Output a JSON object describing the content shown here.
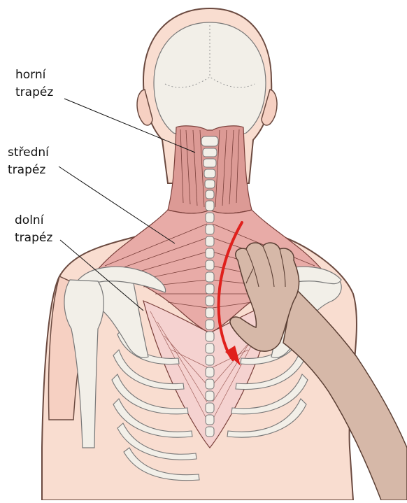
{
  "labels": {
    "upper": {
      "line1": "horní",
      "line2": "trapéz"
    },
    "middle": {
      "line1": "střední",
      "line2": "trapéz"
    },
    "lower": {
      "line1": "dolní",
      "line2": "trapéz"
    }
  },
  "colors": {
    "skin": "#f9ddd0",
    "skin_outline": "#6b4a40",
    "bone": "#f2efe8",
    "upper_trapezius": "#dc9a95",
    "middle_trapezius": "#e8aba7",
    "lower_trapezius": "#f5d2d0",
    "hand": "#d6b8a8",
    "arrow": "#e0201c"
  },
  "icons": {
    "arrow": "curved-down-arrow-icon",
    "hand": "massaging-hand-icon"
  }
}
